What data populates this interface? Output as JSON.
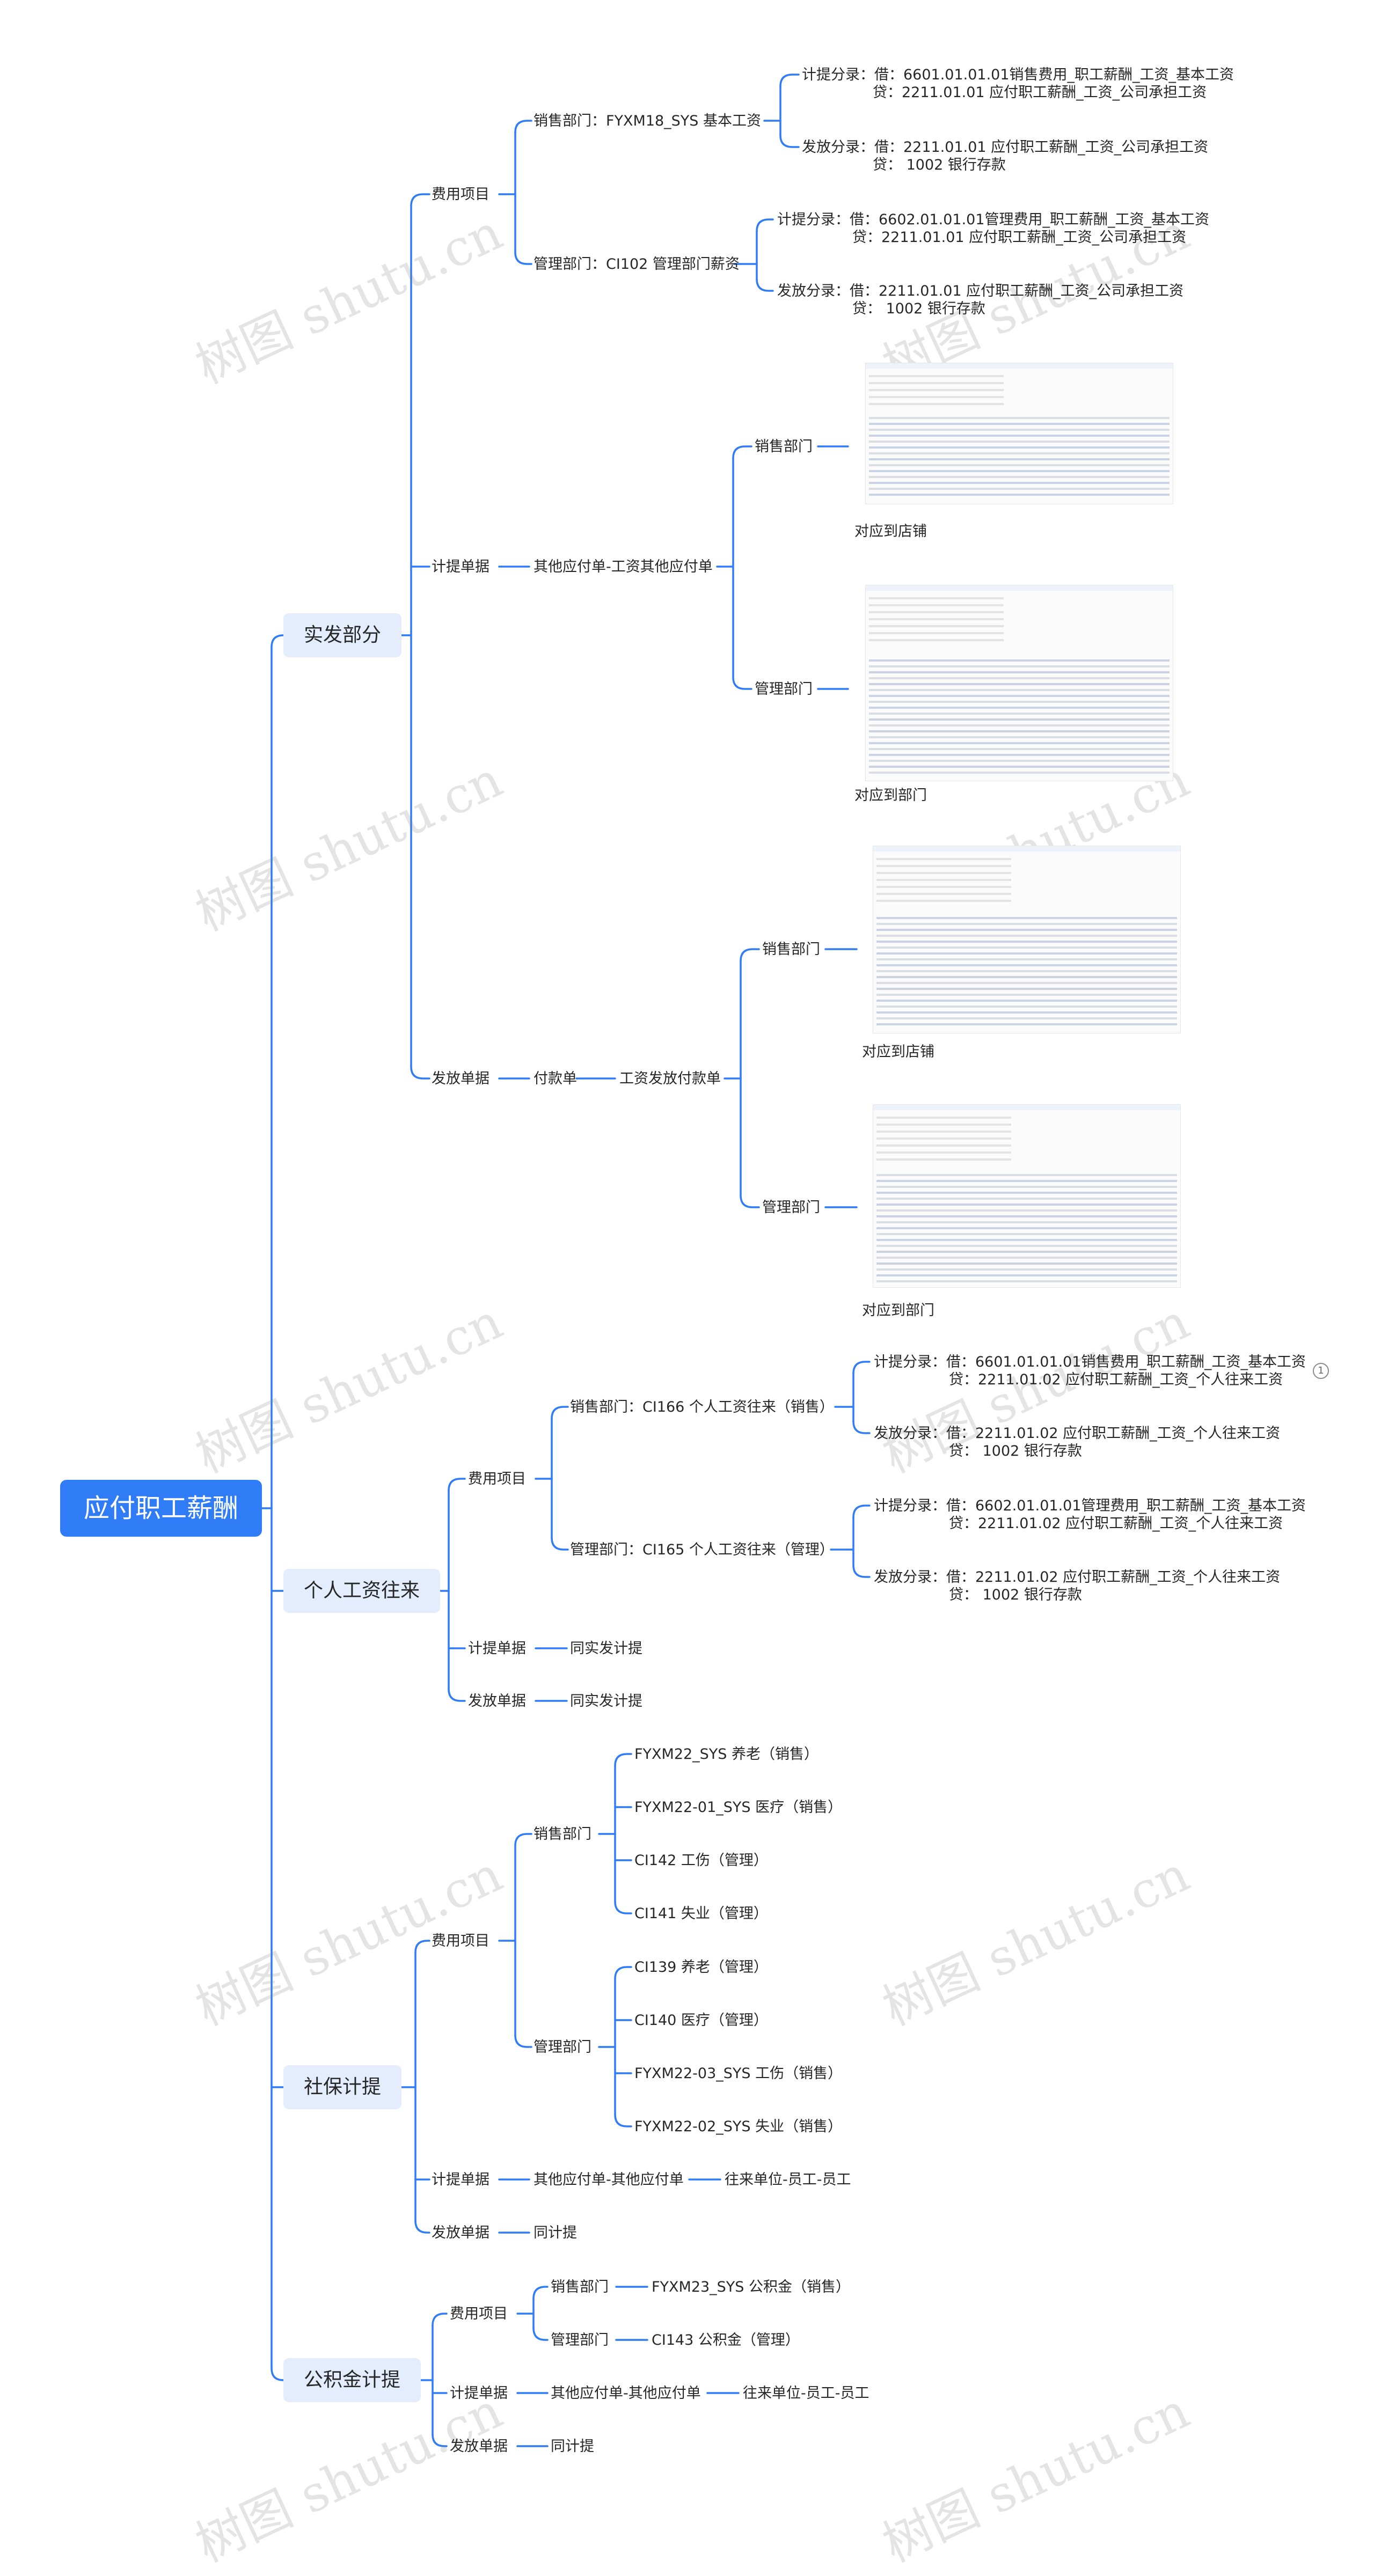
{
  "root": "应付职工薪酬",
  "watermark": "树图 shutu.cn",
  "line_color": "#2f7cf6",
  "sections": {
    "shifa": {
      "title": "实发部分",
      "fee": "费用项目",
      "fee_sales": "销售部门：FYXM18_SYS  基本工资",
      "fee_sales_accrue_1": "计提分录：借：6601.01.01.01销售费用_职工薪酬_工资_基本工资",
      "fee_sales_accrue_2": "贷：2211.01.01 应付职工薪酬_工资_公司承担工资",
      "fee_sales_pay_1": "发放分录：借：2211.01.01 应付职工薪酬_工资_公司承担工资",
      "fee_sales_pay_2": "贷：  1002 银行存款",
      "fee_mgmt": "管理部门：CI102 管理部门薪资",
      "fee_mgmt_accrue_1": "计提分录：借：6602.01.01.01管理费用_职工薪酬_工资_基本工资",
      "fee_mgmt_accrue_2": "贷：2211.01.01 应付职工薪酬_工资_公司承担工资",
      "fee_mgmt_pay_1": "发放分录：借：2211.01.01 应付职工薪酬_工资_公司承担工资",
      "fee_mgmt_pay_2": "贷：  1002 银行存款",
      "accrue": "计提单据",
      "accrue_doc": "其他应付单-工资其他应付单",
      "accrue_sales": "销售部门",
      "accrue_sales_caption": "对应到店铺",
      "accrue_mgmt": "管理部门",
      "accrue_mgmt_caption": "对应到部门",
      "pay": "发放单据",
      "pay_doc": "付款单",
      "pay_doc2": "工资发放付款单",
      "pay_sales": "销售部门",
      "pay_sales_caption": "对应到店铺",
      "pay_mgmt": "管理部门",
      "pay_mgmt_caption": "对应到部门"
    },
    "personal": {
      "title": "个人工资往来",
      "fee": "费用项目",
      "fee_sales": "销售部门：CI166  个人工资往来（销售）",
      "fee_sales_accrue_1": "计提分录：借：6601.01.01.01销售费用_职工薪酬_工资_基本工资",
      "fee_sales_accrue_2": "贷：2211.01.02 应付职工薪酬_工资_个人往来工资",
      "fee_sales_pay_1": "发放分录：借：2211.01.02 应付职工薪酬_工资_个人往来工资",
      "fee_sales_pay_2": "贷：  1002 银行存款",
      "fee_mgmt": "管理部门：CI165  个人工资往来（管理）",
      "fee_mgmt_accrue_1": "计提分录：借：6602.01.01.01管理费用_职工薪酬_工资_基本工资",
      "fee_mgmt_accrue_2": "贷：2211.01.02 应付职工薪酬_工资_个人往来工资",
      "fee_mgmt_pay_1": "发放分录：借：2211.01.02 应付职工薪酬_工资_个人往来工资",
      "fee_mgmt_pay_2": "贷：  1002 银行存款",
      "collapsed_count": "1",
      "accrue": "计提单据",
      "accrue_val": "同实发计提",
      "pay": "发放单据",
      "pay_val": "同实发计提"
    },
    "social": {
      "title": "社保计提",
      "fee": "费用项目",
      "sales": "销售部门",
      "sales_items": [
        "FYXM22_SYS  养老（销售）",
        "FYXM22-01_SYS  医疗（销售）",
        "CI142  工伤（管理）",
        "CI141  失业（管理）"
      ],
      "mgmt": "管理部门",
      "mgmt_items": [
        "CI139  养老（管理）",
        "CI140  医疗（管理）",
        "FYXM22-03_SYS  工伤（销售）",
        "FYXM22-02_SYS  失业（销售）"
      ],
      "accrue": "计提单据",
      "accrue_doc": "其他应付单-其他应付单",
      "accrue_party": "往来单位-员工-员工",
      "pay": "发放单据",
      "pay_val": "同计提"
    },
    "fund": {
      "title": "公积金计提",
      "fee": "费用项目",
      "sales": "销售部门",
      "sales_item": "FYXM23_SYS  公积金（销售）",
      "mgmt": "管理部门",
      "mgmt_item": "CI143  公积金（管理）",
      "accrue": "计提单据",
      "accrue_doc": "其他应付单-其他应付单",
      "accrue_party": "往来单位-员工-员工",
      "pay": "发放单据",
      "pay_val": "同计提"
    }
  }
}
